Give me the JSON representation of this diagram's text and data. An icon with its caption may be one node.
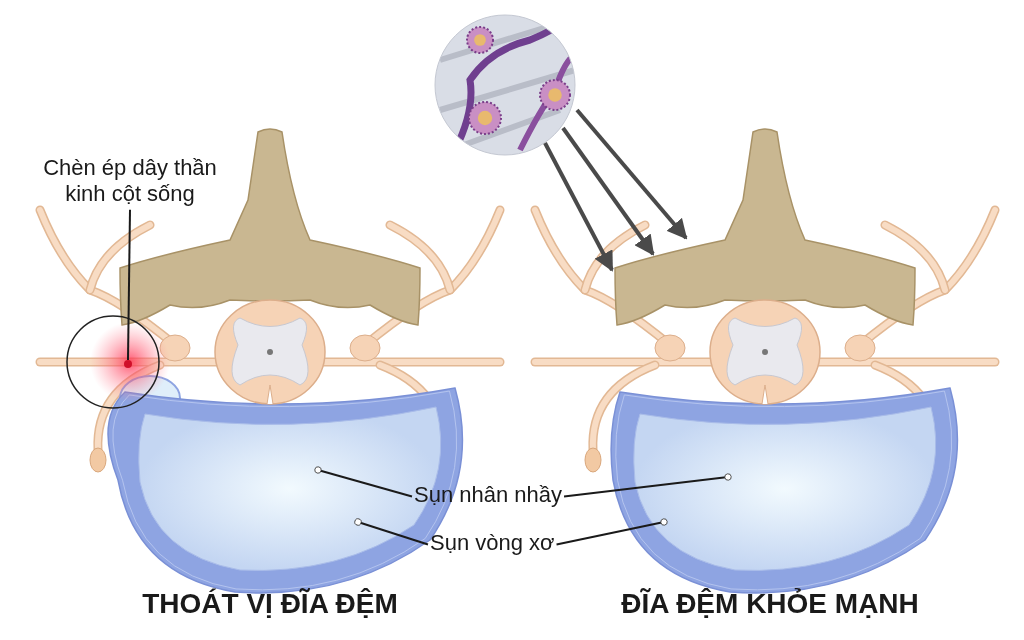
{
  "diagram": {
    "nodes": [
      {
        "text": [
          "Chèn ép dây thần kinh cột sống"
        ]
      },
      {
        "text": [],
        "shape": "circle"
      },
      {
        "text": [],
        "shape": "picture"
      },
      {
        "text": [],
        "shape": "picture"
      },
      {
        "text": [],
        "shape": "picture",
        "in": 3
      },
      {
        "text": [],
        "shape": "picture"
      },
      {
        "text": [],
        "shape": "picture"
      },
      {
        "text": [],
        "shape": "picture",
        "in": 6
      },
      {
        "text": [
          "Sụn nhân nhầy"
        ]
      },
      {
        "text": [
          "Sụn vòng xơ"
        ]
      }
    ],
    "edges": [
      {
        "from": 0,
        "to": 1,
        "arrow": "none"
      },
      {
        "from": 2,
        "to": 5,
        "arrow": "to",
        "style": "thick"
      },
      {
        "from": 2,
        "to": 5,
        "arrow": "to",
        "style": "thick"
      },
      {
        "from": 2,
        "to": 5,
        "arrow": "to",
        "style": "thick"
      },
      {
        "from": 8,
        "to": 4,
        "arrow": "other"
      },
      {
        "from": 8,
        "to": 7,
        "arrow": "other"
      },
      {
        "from": 9,
        "to": 3,
        "arrow": "other"
      },
      {
        "from": 9,
        "to": 6,
        "arrow": "other"
      }
    ],
    "labels": [
      "THOÁT VỊ ĐĨA ĐỆM",
      "ĐĨA ĐỆM KHỎE MẠNH"
    ]
  }
}
